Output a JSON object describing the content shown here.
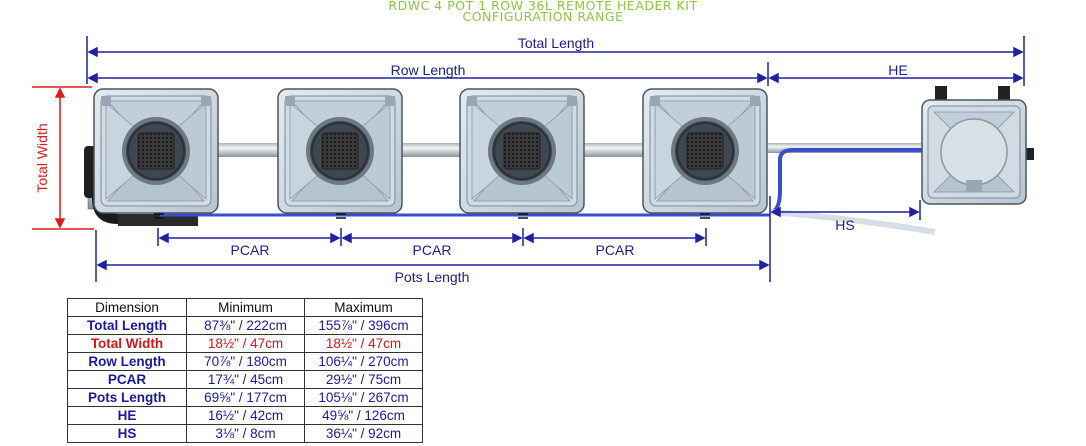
{
  "title": {
    "line1": "RDWC 4 POT 1 ROW 36L REMOTE HEADER KIT",
    "line2": "CONFIGURATION RANGE"
  },
  "colors": {
    "title": "#8cc63f",
    "dimension_line": "#2020a0",
    "total_width": "#e01a1a",
    "table_blue": "#1a1aa0",
    "table_red": "#d01818"
  },
  "labels": {
    "total_length": "Total Length",
    "row_length": "Row Length",
    "he": "HE",
    "total_width": "Total Width",
    "hs": "HS",
    "pcar": "PCAR",
    "pots_length": "Pots Length"
  },
  "table": {
    "headers": [
      "Dimension",
      "Minimum",
      "Maximum"
    ],
    "rows": [
      {
        "name": "Total Length",
        "min": "87⅜\" / 222cm",
        "max": "155⅞\" / 396cm",
        "color": "#1a1aa0"
      },
      {
        "name": "Total Width",
        "min": "18½\" / 47cm",
        "max": "18½\" / 47cm",
        "color": "#d01818"
      },
      {
        "name": "Row Length",
        "min": "70⅞\" / 180cm",
        "max": "106¼\" / 270cm",
        "color": "#1a1aa0"
      },
      {
        "name": "PCAR",
        "min": "17¾\" / 45cm",
        "max": "29½\" / 75cm",
        "color": "#1a1aa0"
      },
      {
        "name": "Pots Length",
        "min": "69⅝\" / 177cm",
        "max": "105⅛\" / 267cm",
        "color": "#1a1aa0"
      },
      {
        "name": "HE",
        "min": "16½\" / 42cm",
        "max": "49⅝\" / 126cm",
        "color": "#1a1aa0"
      },
      {
        "name": "HS",
        "min": "3⅛\" / 8cm",
        "max": "36¼\" / 92cm",
        "color": "#1a1aa0"
      }
    ]
  }
}
